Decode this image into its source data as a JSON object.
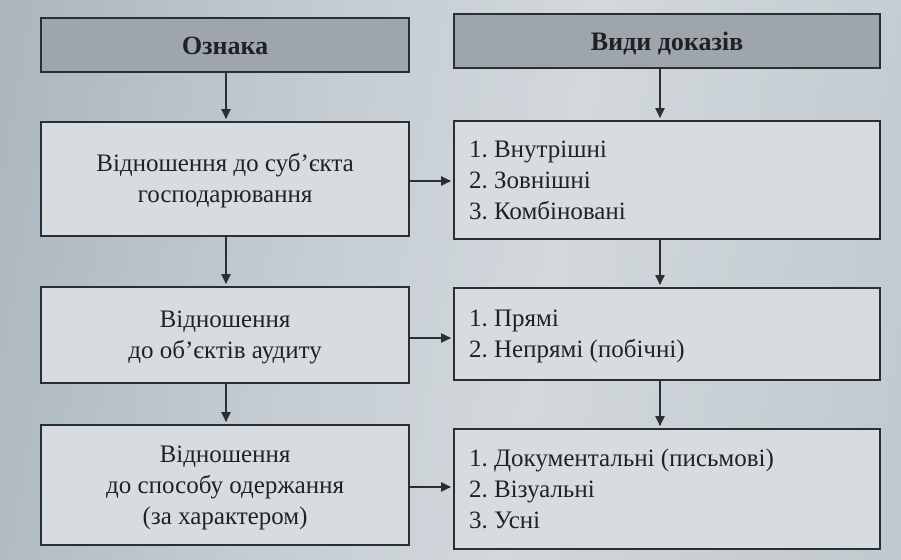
{
  "headers": {
    "left": "Ознака",
    "right": "Види доказів"
  },
  "rows": [
    {
      "criterion": [
        "Відношення до суб’єкта",
        "господарювання"
      ],
      "types": [
        "1. Внутрішні",
        "2. Зовнішні",
        "3. Комбіновані"
      ]
    },
    {
      "criterion": [
        "Відношення",
        "до об’єктів аудиту"
      ],
      "types": [
        "1. Прямі",
        "2. Непрямі (побічні)"
      ]
    },
    {
      "criterion": [
        "Відношення",
        "до способу одержання",
        "(за характером)"
      ],
      "types": [
        "1. Документальні (письмові)",
        "2. Візуальні",
        "3. Усні"
      ]
    }
  ],
  "colors": {
    "header_fill": "#9ea6ac",
    "box_fill": "#d6dce0",
    "stroke": "#2a2f33"
  }
}
